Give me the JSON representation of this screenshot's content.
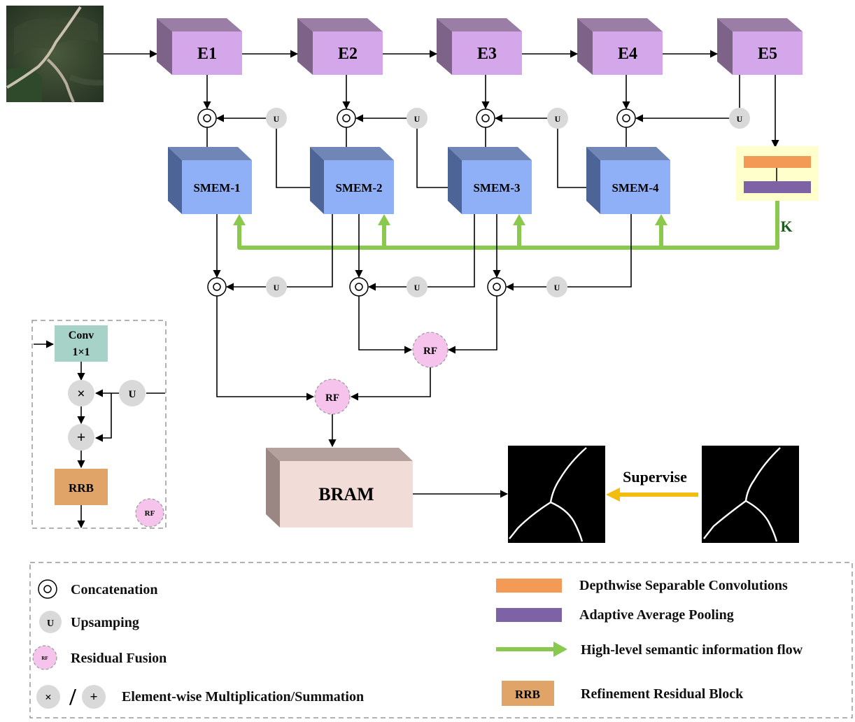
{
  "encoders": [
    "E1",
    "E2",
    "E3",
    "E4",
    "E5"
  ],
  "smem": [
    "SMEM-1",
    "SMEM-2",
    "SMEM-3",
    "SMEM-4"
  ],
  "symbols": {
    "upsample": "U",
    "rf": "RF",
    "multiply": "×",
    "plus": "+"
  },
  "k_label": "K",
  "bram_label": "BRAM",
  "supervise_label": "Supervise",
  "inset": {
    "conv_line1": "Conv",
    "conv_line2": "1×1",
    "rrb": "RRB",
    "rf": "RF"
  },
  "legend": {
    "concatenation": "Concatenation",
    "upsampling": "Upsamping",
    "residual_fusion": "Residual Fusion",
    "elementwise": "Element-wise Multiplication/Summation",
    "separator": "/",
    "rrb_chip": "RRB",
    "dsc": "Depthwise Separable Convolutions",
    "aap": "Adaptive Average Pooling",
    "flow": "High-level semantic information flow",
    "rrb": "Refinement Residual Block"
  },
  "colors": {
    "encoder_front": "#d4a6ea",
    "encoder_side": "#7e6388",
    "smem_front": "#8fb0f7",
    "smem_side": "#4d6596",
    "bram_front": "#f1dcd8",
    "bram_side": "#9a8783",
    "dsc_orange": "#f39a57",
    "aap_purple": "#7d62a5",
    "kbox_bg": "#ffffcc",
    "green_flow": "#8bc94e",
    "supervise_arrow": "#f3bd10",
    "upsample_gray": "#d9d9d9",
    "rf_pink": "#f5c3ec",
    "conv_teal": "#a6d2c8",
    "rrb_tan": "#e0a468"
  }
}
